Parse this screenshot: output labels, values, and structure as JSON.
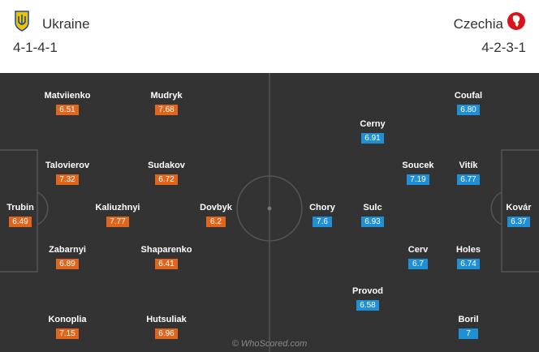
{
  "home": {
    "name": "Ukraine",
    "formation": "4-1-4-1",
    "crest_icon": "ukraine-crest-icon",
    "rating_color": "#e0661d",
    "players": [
      {
        "id": "trubin",
        "name": "Trubin",
        "rating": "6.49"
      },
      {
        "id": "konoplia",
        "name": "Konoplia",
        "rating": "7.15"
      },
      {
        "id": "zabarnyi",
        "name": "Zabarnyi",
        "rating": "6.89"
      },
      {
        "id": "talovierov",
        "name": "Talovierov",
        "rating": "7.32"
      },
      {
        "id": "matviienko",
        "name": "Matviienko",
        "rating": "6.51"
      },
      {
        "id": "kaliuzhnyi",
        "name": "Kaliuzhnyi",
        "rating": "7.77"
      },
      {
        "id": "hutsuliak",
        "name": "Hutsuliak",
        "rating": "6.96"
      },
      {
        "id": "shaparenko",
        "name": "Shaparenko",
        "rating": "6.41"
      },
      {
        "id": "sudakov",
        "name": "Sudakov",
        "rating": "6.72"
      },
      {
        "id": "mudryk",
        "name": "Mudryk",
        "rating": "7.68"
      },
      {
        "id": "dovbyk",
        "name": "Dovbyk",
        "rating": "6.2"
      }
    ]
  },
  "away": {
    "name": "Czechia",
    "formation": "4-2-3-1",
    "crest_icon": "czechia-crest-icon",
    "rating_color": "#1f8fd6",
    "players": [
      {
        "id": "kovar",
        "name": "Kovár",
        "rating": "6.37"
      },
      {
        "id": "coufal",
        "name": "Coufal",
        "rating": "6.80"
      },
      {
        "id": "vitik",
        "name": "Vitík",
        "rating": "6.77"
      },
      {
        "id": "holes",
        "name": "Holes",
        "rating": "6.74"
      },
      {
        "id": "boril",
        "name": "Boril",
        "rating": "7"
      },
      {
        "id": "soucek",
        "name": "Soucek",
        "rating": "7.19"
      },
      {
        "id": "cerv",
        "name": "Cerv",
        "rating": "6.7"
      },
      {
        "id": "cerny",
        "name": "Cerny",
        "rating": "6.91"
      },
      {
        "id": "sulc",
        "name": "Sulc",
        "rating": "6.93"
      },
      {
        "id": "provod",
        "name": "Provod",
        "rating": "6.58"
      },
      {
        "id": "chory",
        "name": "Chory",
        "rating": "7.6"
      }
    ]
  },
  "pitch": {
    "background": "#333333",
    "line_color": "#555555"
  },
  "watermark": "© WhoScored.com"
}
